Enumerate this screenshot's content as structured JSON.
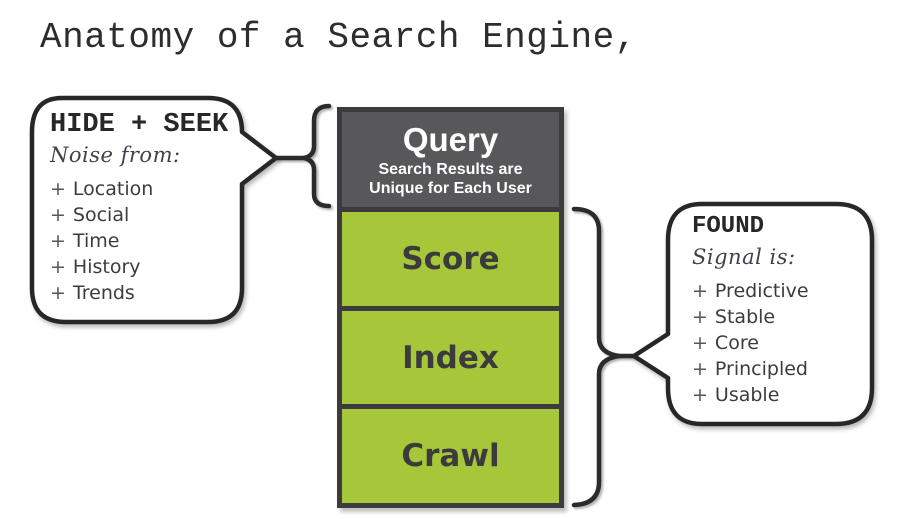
{
  "title": "Anatomy of a Search Engine,",
  "left_bubble": {
    "heading": "HIDE + SEEK",
    "subheading": "Noise from:",
    "bullet": "+",
    "items": [
      "Location",
      "Social",
      "Time",
      "History",
      "Trends"
    ]
  },
  "stack": {
    "query_label": "Query",
    "query_subtitle_line1": "Search Results are",
    "query_subtitle_line2": "Unique for Each User",
    "layers": [
      "Score",
      "Index",
      "Crawl"
    ]
  },
  "right_bubble": {
    "heading": "FOUND",
    "subheading": "Signal is:",
    "bullet": "+",
    "items": [
      "Predictive",
      "Stable",
      "Core",
      "Principled",
      "Usable"
    ]
  },
  "colors": {
    "layer_green": "#a5c739",
    "query_gray": "#58585a",
    "stack_border": "#3c3c3e",
    "outline_black": "#2b2b2b"
  }
}
